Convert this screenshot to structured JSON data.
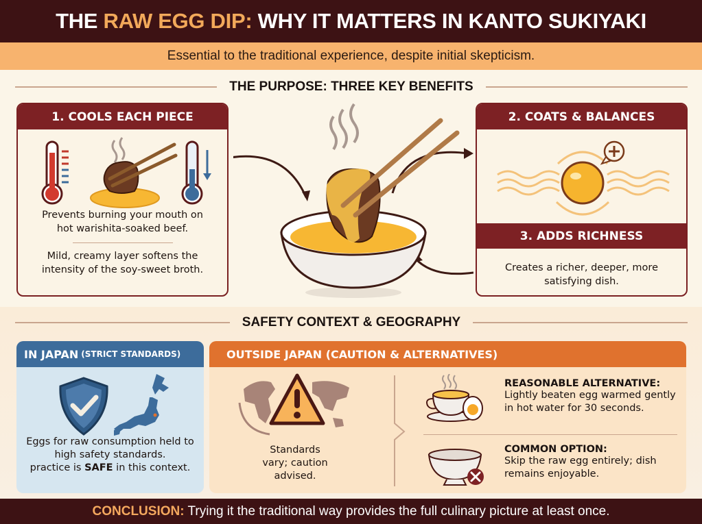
{
  "header": {
    "title_prefix": "THE ",
    "title_accent": "RAW EGG DIP:",
    "title_suffix": " WHY IT MATTERS IN KANTO SUKIYAKI",
    "subtitle": "Essential to the traditional experience, despite initial skepticism."
  },
  "purpose": {
    "heading": "THE PURPOSE: THREE KEY BENEFITS",
    "benefits": [
      {
        "title": "1. COOLS EACH PIECE",
        "text_primary": "Prevents burning your mouth on hot warishita-soaked beef.",
        "text_secondary": "Mild, creamy layer softens the intensity of the soy-sweet broth.",
        "icons": [
          "hot-thermometer-icon",
          "beef-in-egg-icon",
          "cool-thermometer-icon"
        ]
      },
      {
        "title": "2. COATS & BALANCES",
        "icons": [
          "egg-yolk-balance-icon",
          "plus-bubble-icon"
        ]
      },
      {
        "title": "3. ADDS RICHNESS",
        "text_primary": "Creates a richer, deeper, more satisfying dish."
      }
    ],
    "center_illustration": "beef-dipped-in-egg-bowl-icon"
  },
  "safety": {
    "heading": "SAFETY CONTEXT & GEOGRAPHY",
    "japan": {
      "title": "IN JAPAN",
      "title_note": "(STRICT STANDARDS)",
      "text_line1": "Eggs for raw consumption held to high safety standards.",
      "text_pre": "practice is ",
      "text_bold": "SAFE",
      "text_post": " in this context.",
      "icons": [
        "shield-check-icon",
        "japan-map-icon"
      ]
    },
    "outside": {
      "title": "OUTSIDE JAPAN (CAUTION & ALTERNATIVES)",
      "caution_text": "Standards vary; caution advised.",
      "icons": [
        "world-map-icon",
        "warning-icon"
      ],
      "alternatives": [
        {
          "title": "REASONABLE ALTERNATIVE:",
          "text": "Lightly beaten egg warmed gently in hot water for 30 seconds.",
          "icon": "warm-egg-cup-icon"
        },
        {
          "title": "COMMON OPTION:",
          "text": "Skip the raw egg entirely; dish remains enjoyable.",
          "icon": "empty-bowl-no-icon"
        }
      ]
    }
  },
  "conclusion": {
    "label": "CONCLUSION:",
    "text": " Trying it the traditional way provides the full culinary picture at least once."
  },
  "colors": {
    "title_bg": "#3d1214",
    "accent_orange": "#f2a95a",
    "subtitle_bg": "#f7b36e",
    "card_red": "#7d2124",
    "japan_blue": "#3d6c9b",
    "outside_orange": "#e0722e",
    "page_bg": "#fbf5e8"
  }
}
